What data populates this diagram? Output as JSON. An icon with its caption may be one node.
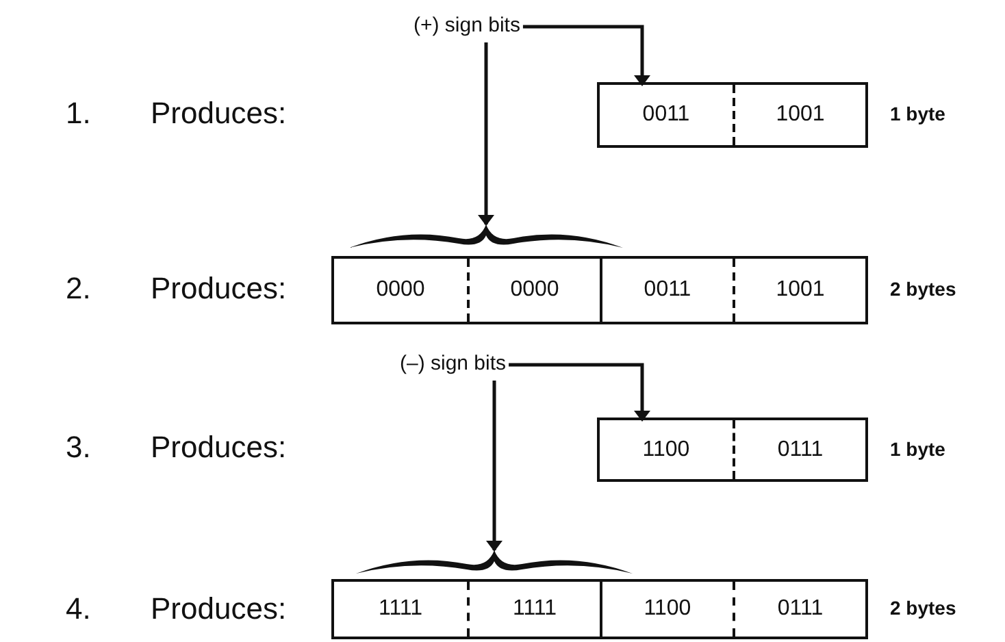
{
  "diagram": {
    "nodes": [
      {
        "text": [
          "(+) sign bits"
        ]
      },
      {
        "text": [],
        "shape": "box",
        "beside": [
          "1 byte"
        ]
      },
      {
        "text": [
          "0011"
        ],
        "in": 1
      },
      {
        "text": [
          "1001"
        ],
        "in": 1
      },
      {
        "text": [],
        "shape": "brace"
      },
      {
        "text": [],
        "shape": "box",
        "beside": [
          "2 bytes"
        ]
      },
      {
        "text": [
          "0000"
        ],
        "in": 5
      },
      {
        "text": [
          "0000"
        ],
        "in": 5
      },
      {
        "text": [
          "0011"
        ],
        "in": 5
      },
      {
        "text": [
          "1001"
        ],
        "in": 5
      },
      {
        "text": [
          "(–) sign bits"
        ]
      },
      {
        "text": [],
        "shape": "box",
        "beside": [
          "1 byte"
        ]
      },
      {
        "text": [
          "1100"
        ],
        "in": 11
      },
      {
        "text": [
          "0111"
        ],
        "in": 11
      },
      {
        "text": [],
        "shape": "brace"
      },
      {
        "text": [],
        "shape": "box",
        "beside": [
          "2 bytes"
        ]
      },
      {
        "text": [
          "1111"
        ],
        "in": 15
      },
      {
        "text": [
          "1111"
        ],
        "in": 15
      },
      {
        "text": [
          "1100"
        ],
        "in": 15
      },
      {
        "text": [
          "0111"
        ],
        "in": 15
      }
    ],
    "edges": [
      {
        "from": 0,
        "to": 2,
        "arrow": "to"
      },
      {
        "from": 0,
        "to": 4,
        "arrow": "to"
      },
      {
        "from": 10,
        "to": 12,
        "arrow": "to"
      },
      {
        "from": 10,
        "to": 14,
        "arrow": "to"
      }
    ],
    "labels": [
      "1.",
      "Produces:",
      "2.",
      "Produces:",
      "3.",
      "Produces:",
      "4.",
      "Produces:"
    ]
  }
}
